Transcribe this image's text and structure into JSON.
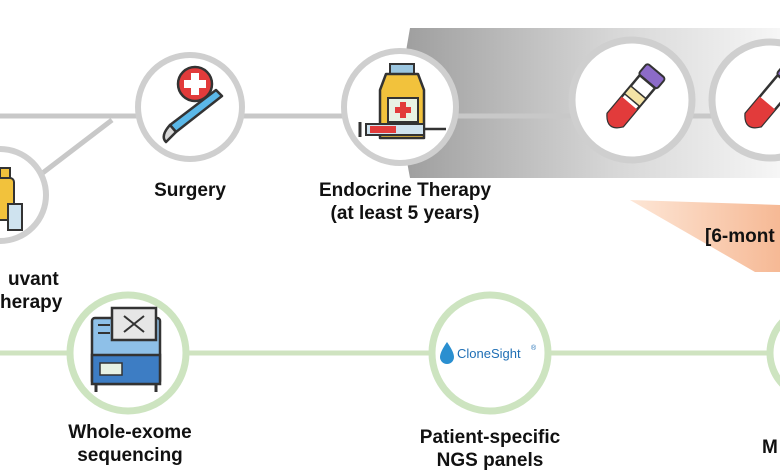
{
  "treatment_steps": {
    "neoadjuvant_lines": [
      "uvant",
      "herapy"
    ],
    "surgery_label": "Surgery",
    "endocrine_lines": [
      "Endocrine Therapy",
      "(at least 5 years)"
    ]
  },
  "monitoring_interval": "[6-mont",
  "sequencing_steps": {
    "wes_lines": [
      "Whole-exome",
      "sequencing"
    ],
    "panel_lines": [
      "Patient-specific",
      "NGS panels"
    ],
    "panel_brand": "CloneSight",
    "partial_label": "M"
  },
  "colors": {
    "treatment_line": "#c8c8c8",
    "sequencing_line": "#cfe3c0",
    "circle_border_grey": "#cfcfcf",
    "circle_border_green": "#cde4c0",
    "blood_red": "#e23b3b",
    "brand_blue": "#1f6fb5"
  }
}
